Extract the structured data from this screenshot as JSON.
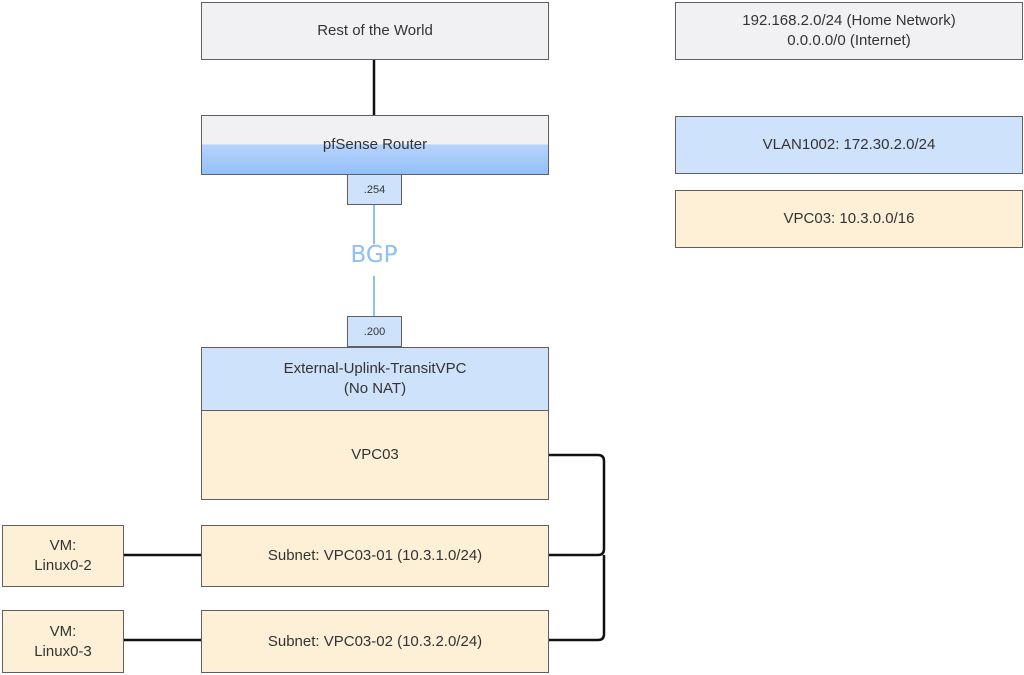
{
  "diagram": {
    "nodes": {
      "rest_of_world": "Rest of the World",
      "pfsense": "pfSense Router",
      "port_router": ".254",
      "port_transit": ".200",
      "transit_line1": "External-Uplink-TransitVPC",
      "transit_line2": "(No NAT)",
      "vpc": "VPC03",
      "subnet1": "Subnet: VPC03-01 (10.3.1.0/24)",
      "subnet2": "Subnet: VPC03-02 (10.3.2.0/24)",
      "vm1_line1": "VM:",
      "vm1_line2": "Linux0-2",
      "vm2_line1": "VM:",
      "vm2_line2": "Linux0-3"
    },
    "link_label": "BGP",
    "legend": {
      "home_line1": "192.168.2.0/24 (Home Network)",
      "home_line2": "0.0.0.0/0 (Internet)",
      "vlan": "VLAN1002: 172.30.2.0/24",
      "vpc": "VPC03: 10.3.0.0/16"
    },
    "colors": {
      "gray_fill": "#f1f1f3",
      "blue_fill": "#cfe2fb",
      "cream_fill": "#fdf0d7",
      "bgp_line": "#8cc0f6"
    }
  }
}
